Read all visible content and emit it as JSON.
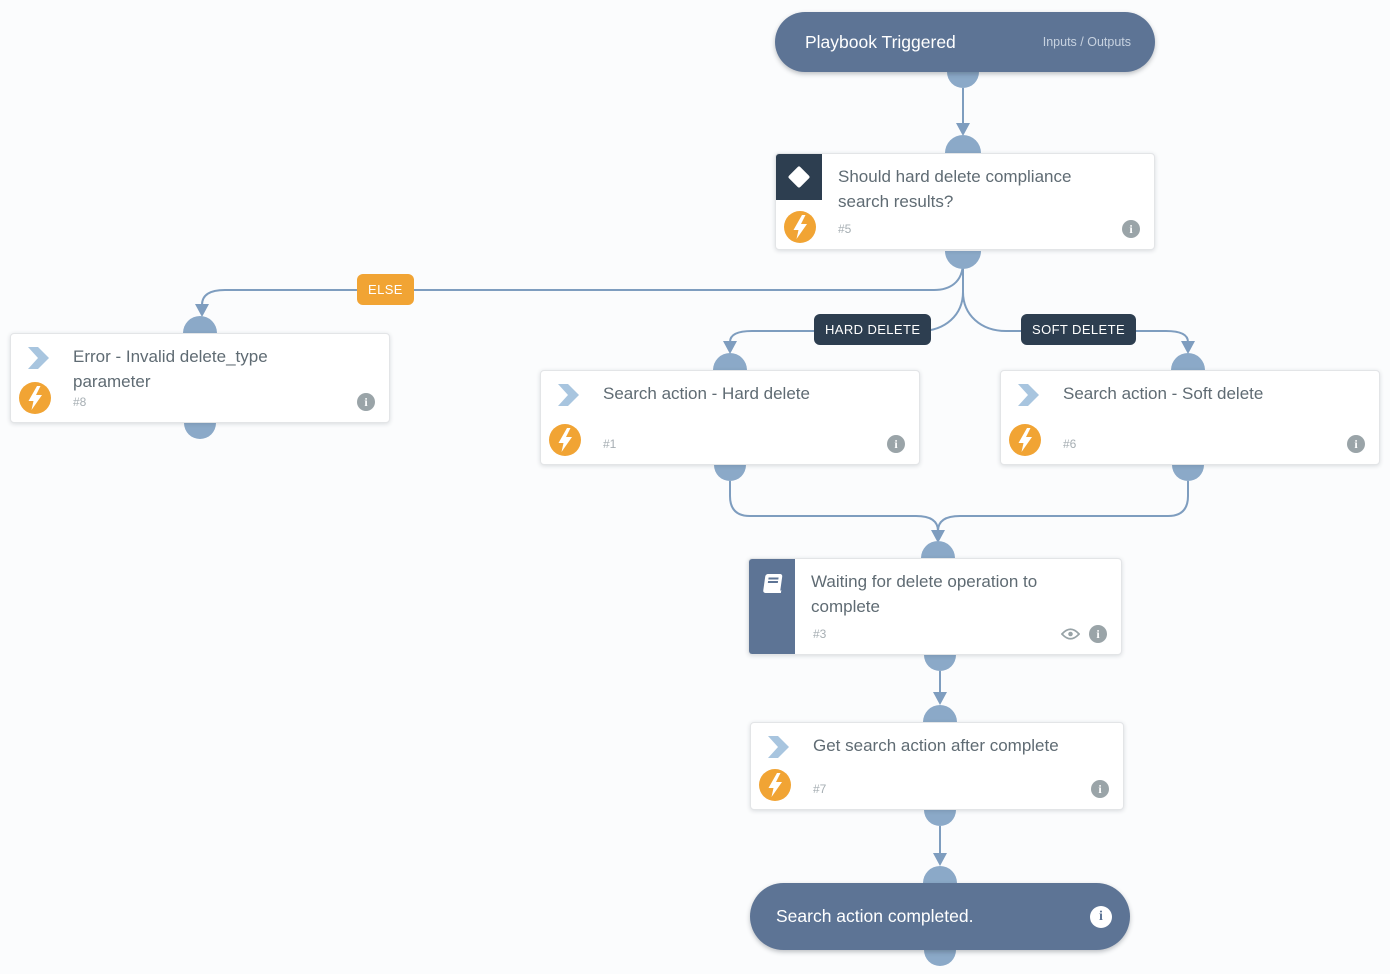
{
  "colors": {
    "pill_slate": "#5d7495",
    "connector_line": "#7e9dbf",
    "connector_port": "#8ba9c8",
    "accent_orange": "#f1a434",
    "label_dark": "#2d3e50",
    "card_background": "#ffffff",
    "title_text": "#5f6b73",
    "muted_text": "#a6aeb3",
    "icon_gray": "#9aa4a8",
    "chevron_blue": "#a8c5df"
  },
  "icons": {
    "info_glyph": "i"
  },
  "start": {
    "title": "Playbook Triggered",
    "io_label": "Inputs / Outputs"
  },
  "branches": {
    "else": "ELSE",
    "hard": "HARD DELETE",
    "soft": "SOFT DELETE"
  },
  "nodes": {
    "decision": {
      "title": "Should hard delete compliance search results?",
      "id": "#5"
    },
    "error": {
      "title": "Error - Invalid delete_type parameter",
      "id": "#8"
    },
    "hard": {
      "title": "Search action - Hard delete",
      "id": "#1"
    },
    "soft": {
      "title": "Search action - Soft delete",
      "id": "#6"
    },
    "waiting": {
      "title": "Waiting for delete operation to complete",
      "id": "#3"
    },
    "get": {
      "title": "Get search action after complete",
      "id": "#7"
    }
  },
  "end": {
    "title": "Search action completed."
  }
}
